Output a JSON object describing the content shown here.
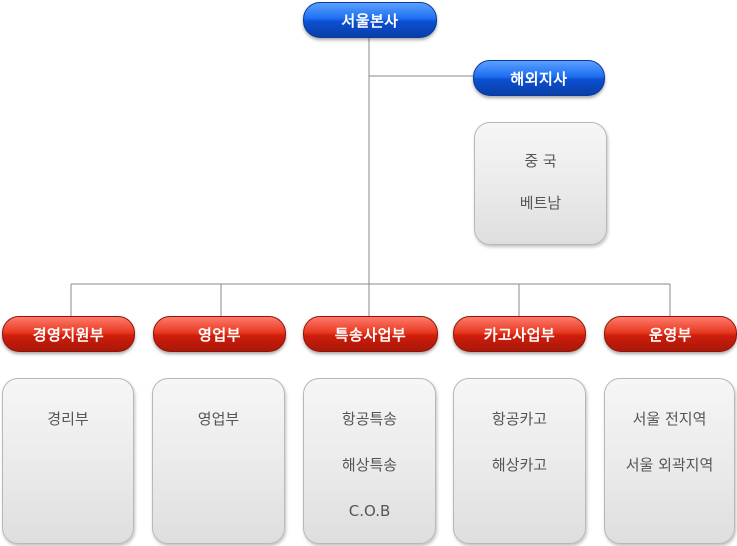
{
  "root": {
    "label": "서울본사"
  },
  "overseas": {
    "label": "해외지사",
    "items": [
      "중 국",
      "베트남"
    ]
  },
  "departments": [
    {
      "label": "경영지원부",
      "items": [
        "경리부"
      ]
    },
    {
      "label": "영업부",
      "items": [
        "영업부"
      ]
    },
    {
      "label": "특송사업부",
      "items": [
        "항공특송",
        "해상특송",
        "C.O.B"
      ]
    },
    {
      "label": "카고사업부",
      "items": [
        "항공카고",
        "해상카고"
      ]
    },
    {
      "label": "운영부",
      "items": [
        "서울 전지역",
        "서울 외곽지역"
      ]
    }
  ],
  "colors": {
    "blue": "#1f6ff0",
    "red": "#cf1d0b",
    "line": "#8a8a8a"
  }
}
